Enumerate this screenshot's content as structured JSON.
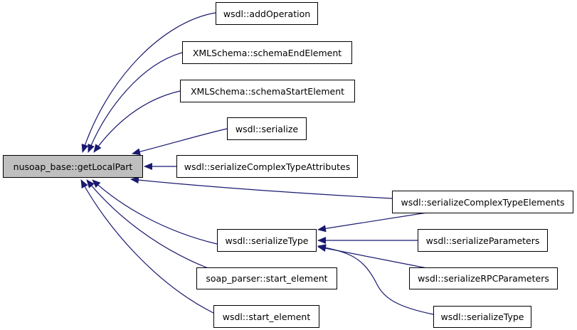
{
  "diagram": {
    "edge_color": "#191970",
    "root_fill": "#bfbfbf",
    "root": {
      "id": "root",
      "label": "nusoap_base::getLocalPart"
    },
    "nodes": [
      {
        "id": "addOperation",
        "label": "wsdl::addOperation"
      },
      {
        "id": "schemaEnd",
        "label": "XMLSchema::schemaEndElement"
      },
      {
        "id": "schemaStart",
        "label": "XMLSchema::schemaStartElement"
      },
      {
        "id": "serialize",
        "label": "wsdl::serialize"
      },
      {
        "id": "sctAttr",
        "label": "wsdl::serializeComplexTypeAttributes"
      },
      {
        "id": "sctElem",
        "label": "wsdl::serializeComplexTypeElements"
      },
      {
        "id": "serType",
        "label": "wsdl::serializeType"
      },
      {
        "id": "soapStart",
        "label": "soap_parser::start_element"
      },
      {
        "id": "wsdlStart",
        "label": "wsdl::start_element"
      },
      {
        "id": "serParams",
        "label": "wsdl::serializeParameters"
      },
      {
        "id": "serRPC",
        "label": "wsdl::serializeRPCParameters"
      },
      {
        "id": "serType2",
        "label": "wsdl::serializeType"
      }
    ],
    "edges": [
      {
        "from": "addOperation",
        "to": "root"
      },
      {
        "from": "schemaEnd",
        "to": "root"
      },
      {
        "from": "schemaStart",
        "to": "root"
      },
      {
        "from": "serialize",
        "to": "root"
      },
      {
        "from": "sctAttr",
        "to": "root"
      },
      {
        "from": "sctElem",
        "to": "root"
      },
      {
        "from": "serType",
        "to": "root"
      },
      {
        "from": "soapStart",
        "to": "root"
      },
      {
        "from": "wsdlStart",
        "to": "root"
      },
      {
        "from": "sctElem",
        "to": "serType"
      },
      {
        "from": "serParams",
        "to": "serType"
      },
      {
        "from": "serRPC",
        "to": "serType"
      },
      {
        "from": "serType2",
        "to": "serType"
      }
    ]
  }
}
